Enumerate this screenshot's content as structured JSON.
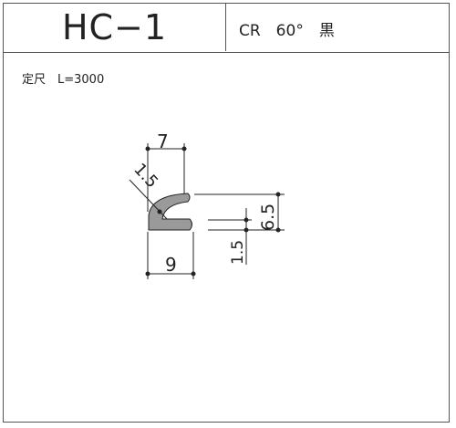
{
  "header": {
    "model": "HC−1",
    "spec": "CR　60°　黒"
  },
  "length_label": "定尺　L=3000",
  "dimensions": {
    "top_width": "7",
    "bottom_width": "9",
    "thickness": "1.5",
    "height": "6.5",
    "base_thickness": "1.5"
  },
  "colors": {
    "profile_fill": "#9a9a9a",
    "line": "#222222"
  }
}
